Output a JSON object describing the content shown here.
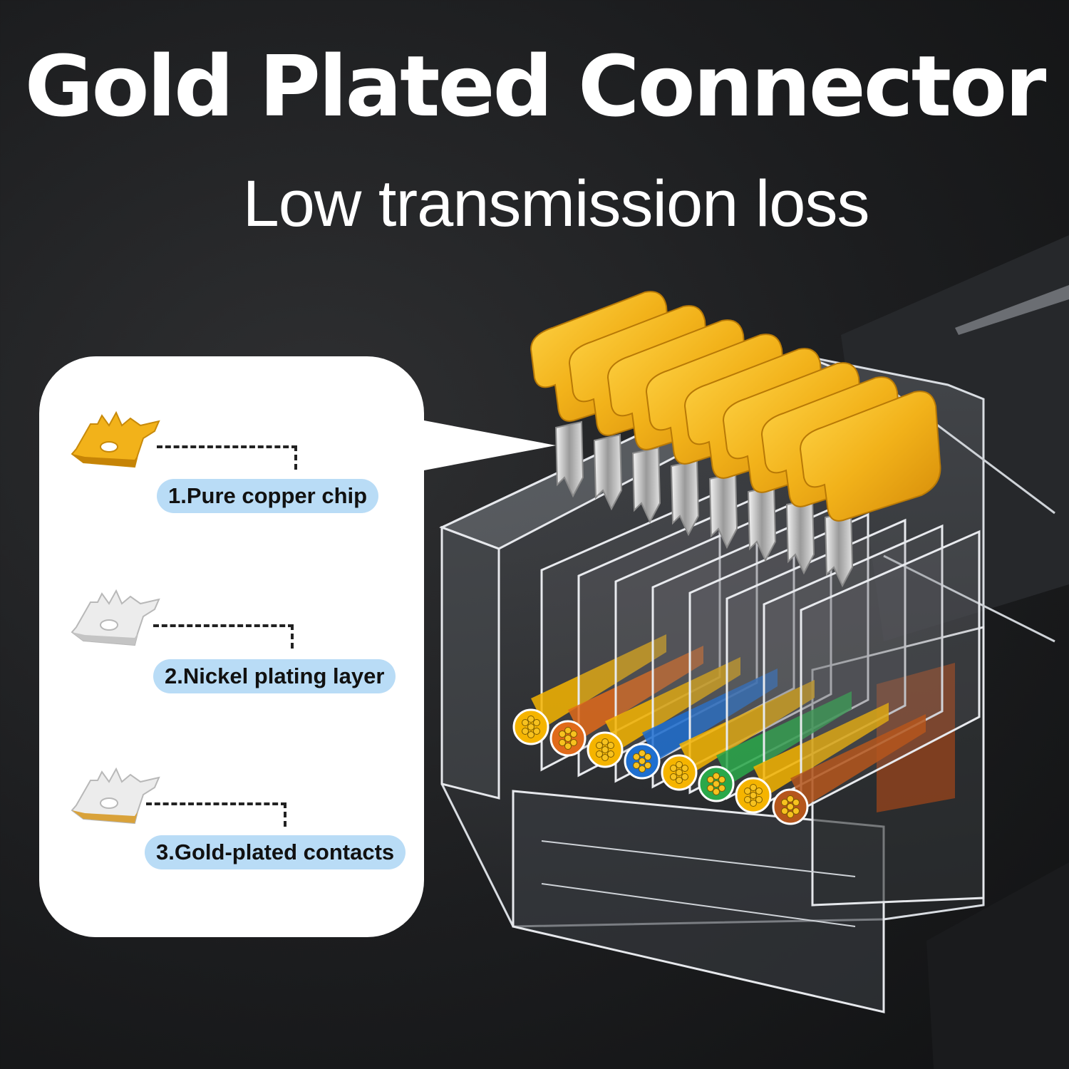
{
  "title": "Gold Plated Connector",
  "subtitle": "Low transmission loss",
  "layers": [
    {
      "label": "1.Pure copper chip",
      "icon": "gold-chip-icon",
      "color": "#e8a91c"
    },
    {
      "label": "2.Nickel plating layer",
      "icon": "nickel-chip-icon",
      "color": "#d9d9d9"
    },
    {
      "label": "3.Gold-plated contacts",
      "icon": "gold-edge-chip-icon",
      "color": "#d9d9d9"
    }
  ],
  "colors": {
    "background": "#1c1d1f",
    "gold": "#f2b21a",
    "label_bg": "#b9dcf6"
  },
  "wire_colors": [
    "#f5b400",
    "#e06a1a",
    "#f5b400",
    "#1e6fd0",
    "#f5b400",
    "#2aa84a",
    "#f5b400",
    "#b5561c"
  ]
}
